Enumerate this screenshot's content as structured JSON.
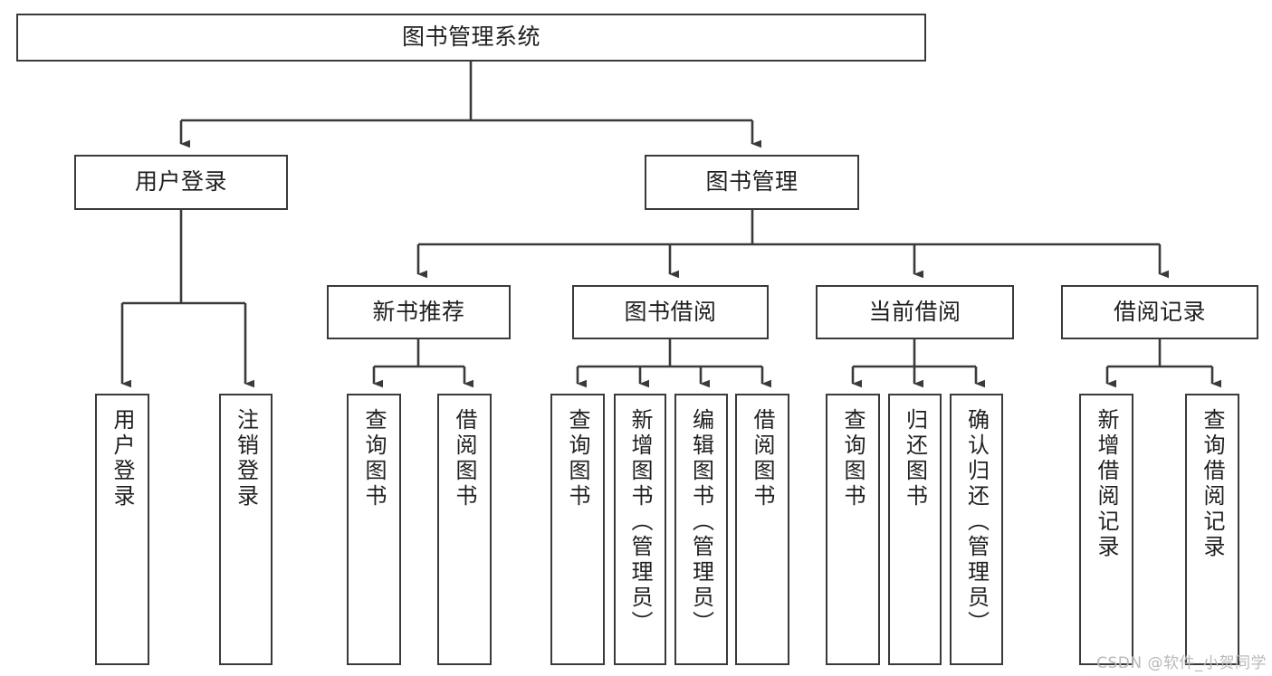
{
  "diagram": {
    "title": "图书管理系统",
    "type": "tree-hierarchy",
    "stroke_color": "#3a3a3a",
    "background_color": "#ffffff",
    "text_color": "#1f1f1f",
    "root": {
      "label": "图书管理系统"
    },
    "level1": [
      {
        "label": "用户登录"
      },
      {
        "label": "图书管理"
      }
    ],
    "level2": [
      {
        "label": "新书推荐"
      },
      {
        "label": "图书借阅"
      },
      {
        "label": "当前借阅"
      },
      {
        "label": "借阅记录"
      }
    ],
    "leaves": {
      "user_login": [
        {
          "label": "用户登录"
        },
        {
          "label": "注销登录"
        }
      ],
      "new_book_recommend": [
        {
          "label": "查询图书"
        },
        {
          "label": "借阅图书"
        }
      ],
      "book_borrow": [
        {
          "label": "查询图书"
        },
        {
          "label": "新增图书（管理员）"
        },
        {
          "label": "编辑图书（管理员）"
        },
        {
          "label": "借阅图书"
        }
      ],
      "current_borrow": [
        {
          "label": "查询图书"
        },
        {
          "label": "归还图书"
        },
        {
          "label": "确认归还（管理员）"
        }
      ],
      "borrow_record": [
        {
          "label": "新增借阅记录"
        },
        {
          "label": "查询借阅记录"
        }
      ]
    }
  },
  "watermark": {
    "text": "CSDN @软件_小贺同学"
  }
}
